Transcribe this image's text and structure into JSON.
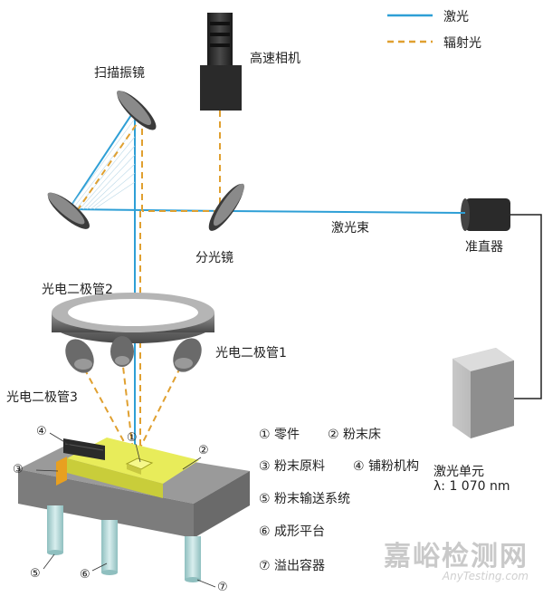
{
  "legend": {
    "laser_label": "激光",
    "radiation_label": "辐射光",
    "laser_color": "#2e9fd6",
    "radiation_color": "#e0a030"
  },
  "labels": {
    "high_speed_camera": "高速相机",
    "scanning_galvanometer": "扫描振镜",
    "beam_splitter": "分光镜",
    "laser_beam": "激光束",
    "collimator": "准直器",
    "photodiode_2": "光电二极管2",
    "photodiode_1": "光电二极管1",
    "photodiode_3": "光电二极管3",
    "laser_unit": "激光单元",
    "wavelength": "λ: 1 070 nm"
  },
  "callouts": [
    "①",
    "②",
    "③",
    "④",
    "⑤",
    "⑥",
    "⑦"
  ],
  "parts": [
    {
      "num": "①",
      "text": "零件"
    },
    {
      "num": "②",
      "text": "粉末床"
    },
    {
      "num": "③",
      "text": "粉末原料"
    },
    {
      "num": "④",
      "text": "铺粉机构"
    },
    {
      "num": "⑤",
      "text": "粉末输送系统"
    },
    {
      "num": "⑥",
      "text": "成形平台"
    },
    {
      "num": "⑦",
      "text": "溢出容器"
    }
  ],
  "watermark": {
    "cn": "嘉峪检测网",
    "en": "AnyTesting.com"
  }
}
